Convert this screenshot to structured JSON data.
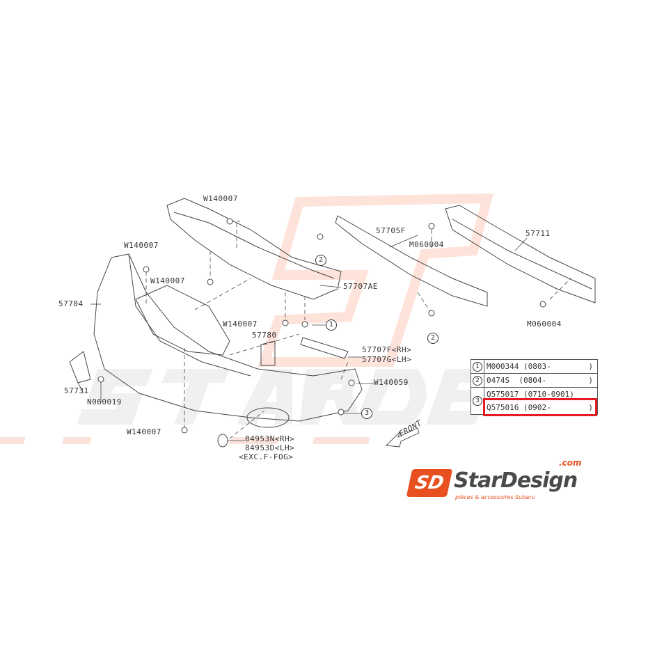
{
  "watermark": {
    "brand": "StarDesign",
    "tagline": "pièces & accessoires Subaru"
  },
  "labels": {
    "w140007_top": "W140007",
    "w140007_left": "W140007",
    "w140007_mid": "W140007",
    "w140007_center": "W140007",
    "w140007_bottom": "W140007",
    "p57704": "57704",
    "p57705f": "57705F",
    "m060004_top": "M060004",
    "p57711": "57711",
    "p57707ae": "57707AE",
    "p57780": "57780",
    "p57707f": "57707F<RH>",
    "p57707g": "57707G<LH>",
    "m060004_bottom": "M060004",
    "p57731": "57731",
    "n060019": "N060019",
    "w140059": "W140059",
    "p84953n": "84953N<RH>",
    "p84953d": "84953D<LH>",
    "exc_fog": "<EXC.F-FOG>",
    "front": "FRONT"
  },
  "callouts": {
    "one": "1",
    "two": "2",
    "three": "3"
  },
  "legend": {
    "rows": [
      {
        "num": "1",
        "part": "M000344",
        "range": "(0803-",
        "end": ")"
      },
      {
        "num": "2",
        "part": "0474S",
        "range": "(0804-",
        "end": ")"
      },
      {
        "num": "3",
        "part": "Q575017",
        "range": "(0710-0901)",
        "end": ""
      },
      {
        "num": "",
        "part": "Q575016",
        "range": "(0902-",
        "end": ")"
      }
    ],
    "highlight_color": "#e51c23"
  },
  "logo": {
    "mark": "SD",
    "name": "StarDesign",
    "domain": ".com",
    "tagline": "pièces & accessoires Subaru",
    "accent": "#e8501f"
  }
}
